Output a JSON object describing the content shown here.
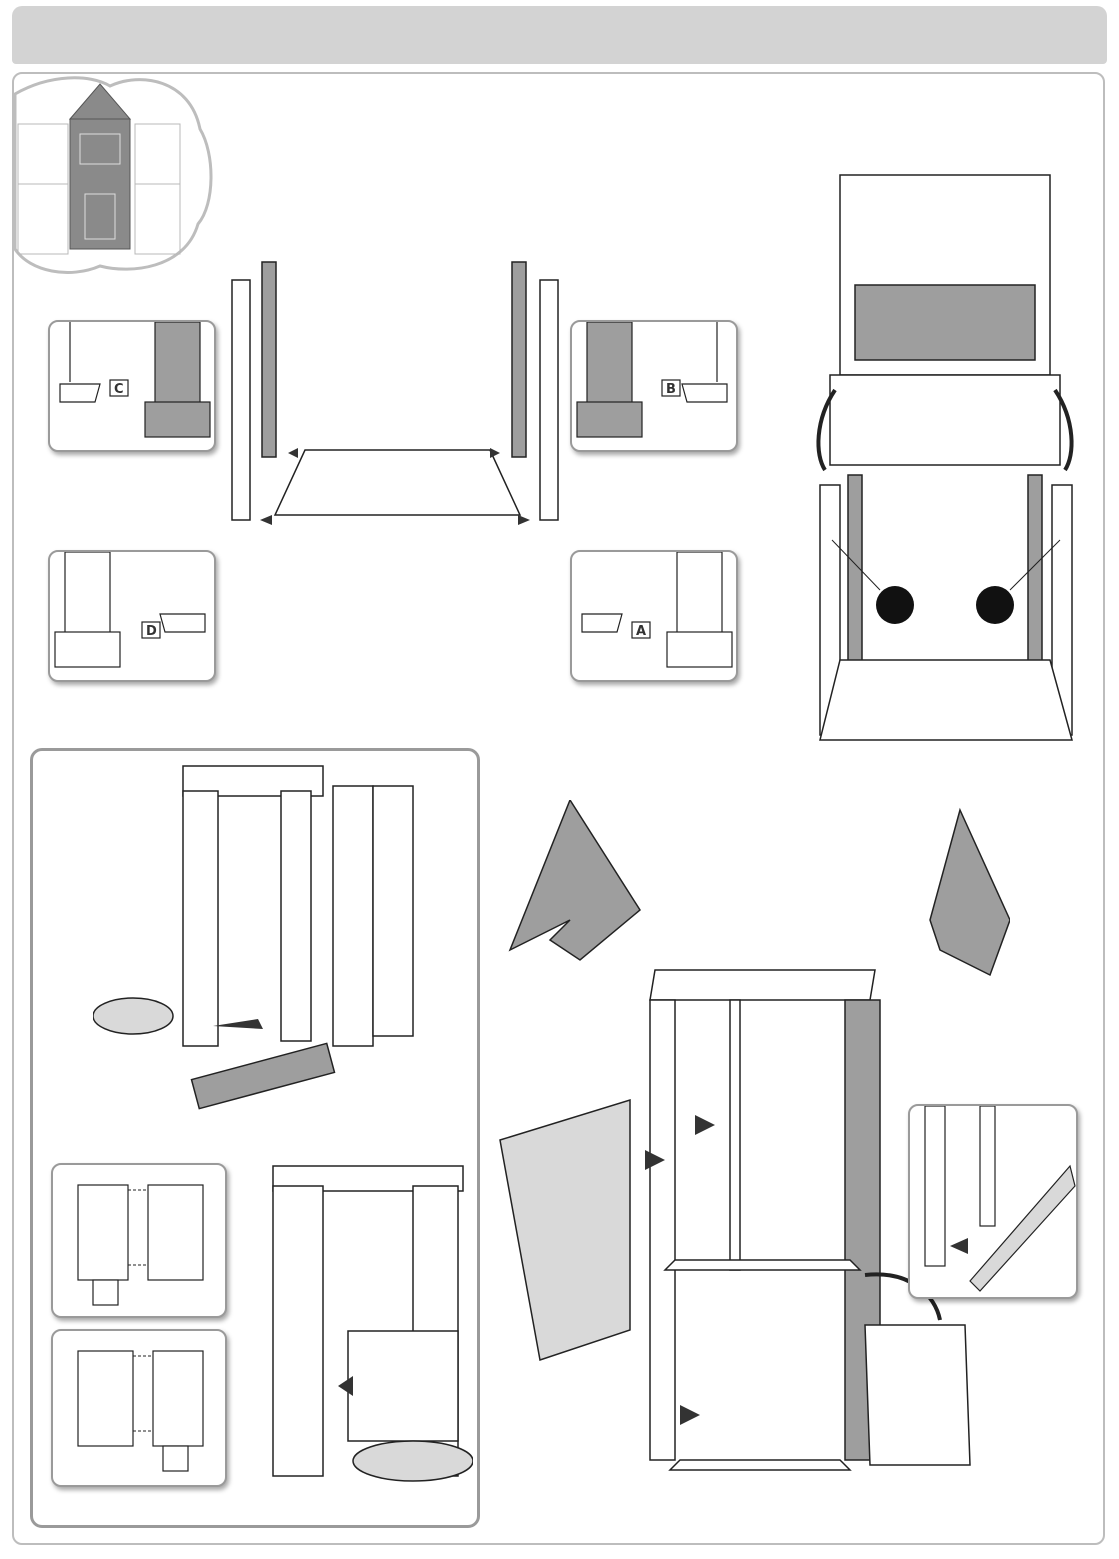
{
  "header": {
    "title": "",
    "color": "#d3d3d3"
  },
  "callouts": {
    "top_left": "C",
    "top_right": "B",
    "bottom_left": "D",
    "bottom_right": "A"
  },
  "step_markers": {
    "left": "",
    "right": ""
  },
  "colors": {
    "line": "#222222",
    "part_gray": "#9e9e9e",
    "light_gray": "#d9d9d9",
    "arrow": "#333333"
  }
}
